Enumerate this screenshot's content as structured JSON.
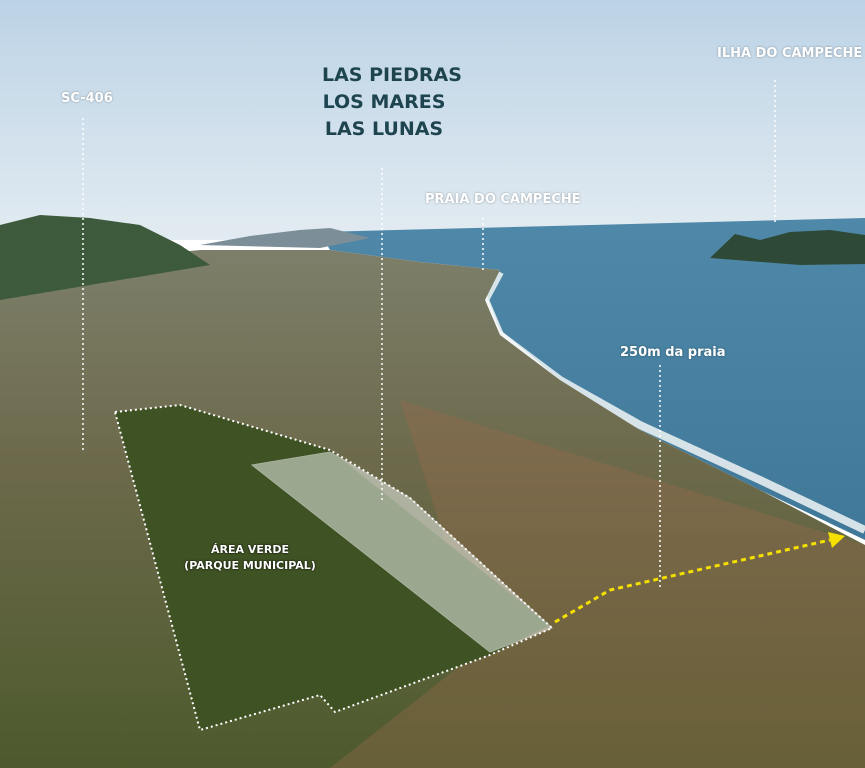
{
  "labels": {
    "sc406": "SC-406",
    "condos": [
      "LAS PIEDRAS",
      "LOS MARES",
      "LAS LUNAS"
    ],
    "praia": "PRAIA DO CAMPECHE",
    "ilha": "ILHA DO CAMPECHE",
    "distance": "250m da praia",
    "area_verde": "ÁREA VERDE",
    "parque": "(PARQUE MUNICIPAL)"
  },
  "colors": {
    "route": "#f5e000",
    "title": "#1e4450"
  }
}
